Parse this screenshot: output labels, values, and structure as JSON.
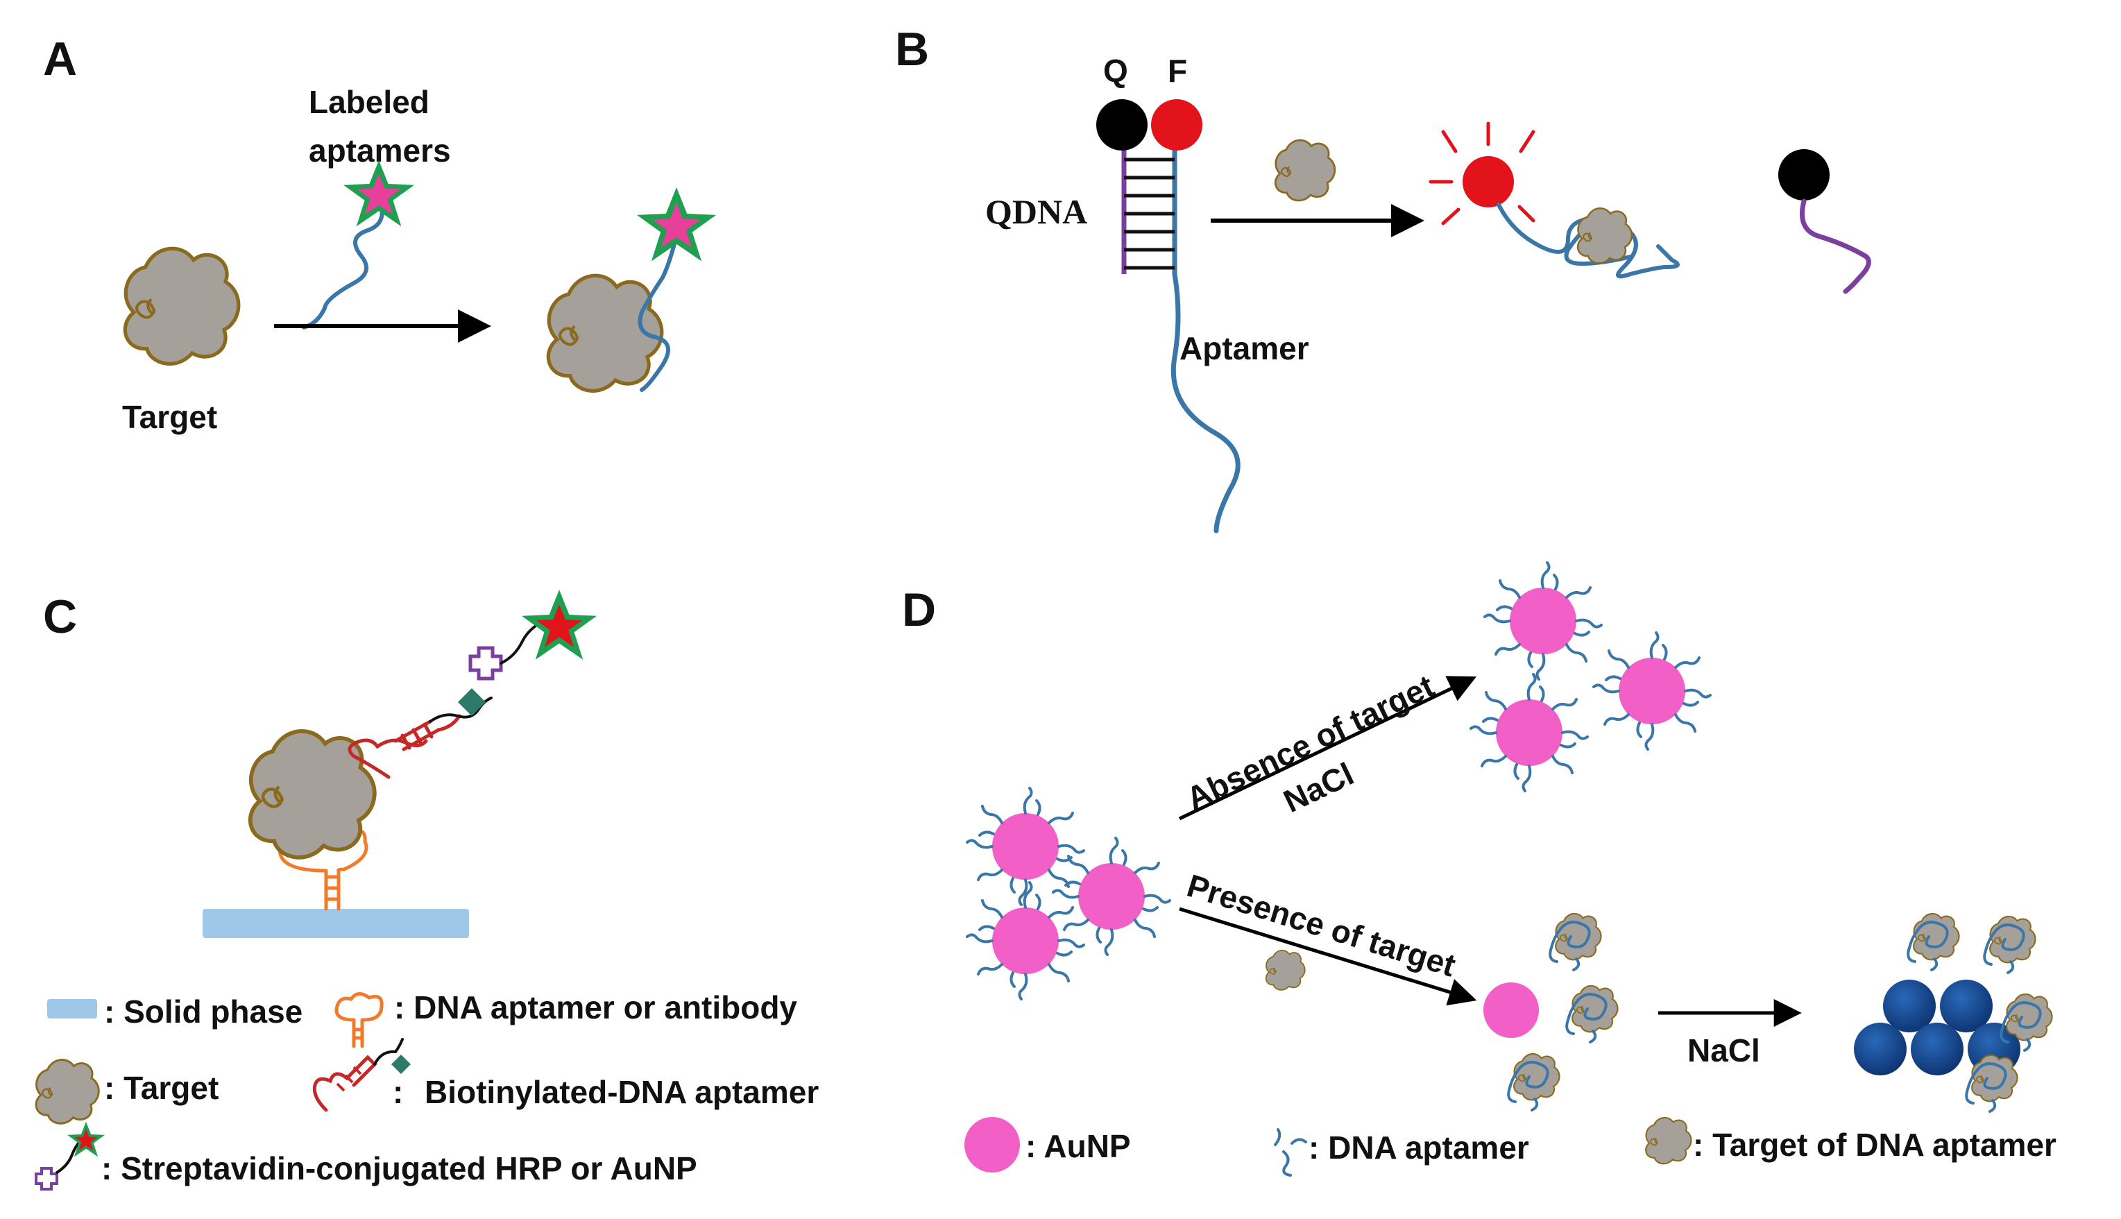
{
  "panels": {
    "a": {
      "letter": "A",
      "labeled_line1": "Labeled",
      "labeled_line2": "aptamers",
      "target": "Target"
    },
    "b": {
      "letter": "B",
      "q": "Q",
      "f": "F",
      "qdna": "QDNA",
      "aptamer": "Aptamer"
    },
    "c": {
      "letter": "C",
      "legend": {
        "solid_phase": ": Solid phase",
        "dna_aptamer_antibody": ": DNA aptamer or antibody",
        "target": ": Target",
        "biotin_colon": ":",
        "biotin": "Biotinylated-DNA aptamer",
        "streptavidin": ": Streptavidin-conjugated HRP or AuNP"
      }
    },
    "d": {
      "letter": "D",
      "absence": "Absence of target",
      "nacl_upper": "NaCl",
      "presence": "Presence of target",
      "nacl_lower": "NaCl",
      "legend": {
        "aunp": ": AuNP",
        "dna_aptamer": ": DNA aptamer",
        "target": ": Target of DNA aptamer"
      }
    }
  },
  "colors": {
    "aptamer": "#3a76a8",
    "target_fill": "#a6a09a",
    "target_edge": "#8a6a1e",
    "fluor": "#e2131b",
    "quencher": "#000000",
    "qdna": "#7b3fa0",
    "star_outer": "#1fa050",
    "star_inner": "#e8409a",
    "aunp": "#f25fc6",
    "aggregate": "#17498f",
    "solid": "#9ec7e8",
    "capture": "#f07b2a",
    "detector": "#c62828",
    "biotin": "#2e7a6a"
  }
}
